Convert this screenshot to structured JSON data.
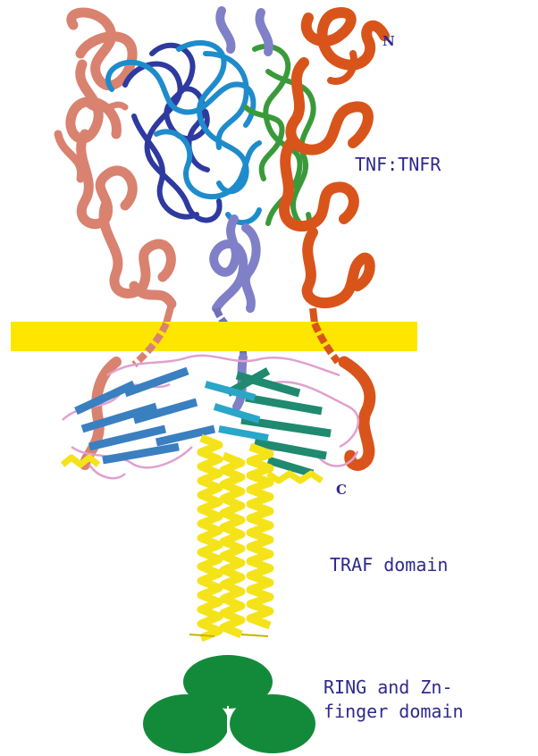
{
  "labels": {
    "n_terminus": "N",
    "c_terminus": "C",
    "complex": "TNF:TNFR",
    "traf": "TRAF domain",
    "ring_line1": "RING and Zn-",
    "ring_line2": "finger domain"
  },
  "colors": {
    "membrane": "#ffe600",
    "receptor_salmon": "#d98270",
    "receptor_orange": "#d9541a",
    "ligand_blue": "#2e3aa0",
    "ligand_cyan": "#1e8ccc",
    "ligand_green": "#3a9a3a",
    "lavender": "#8080c8",
    "traf_helix": "#f5e31a",
    "traf_blue": "#3a7fc0",
    "traf_teal": "#1f8a70",
    "traf_loop": "#e0a0d0",
    "ring_green": "#138a3a",
    "label_text": "#2e2a8c"
  }
}
